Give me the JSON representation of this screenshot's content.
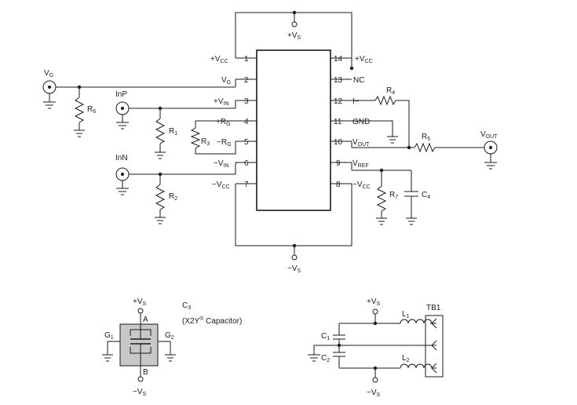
{
  "pins_left": [
    {
      "num": "1",
      "label": "+V",
      "sub": "CC"
    },
    {
      "num": "2",
      "label": "V",
      "sub": "G"
    },
    {
      "num": "3",
      "label": "+V",
      "sub": "IN"
    },
    {
      "num": "4",
      "label": "+R",
      "sub": "G"
    },
    {
      "num": "5",
      "label": "−R",
      "sub": "G"
    },
    {
      "num": "6",
      "label": "−V",
      "sub": "IN"
    },
    {
      "num": "7",
      "label": "−V",
      "sub": "CC"
    }
  ],
  "pins_right": [
    {
      "num": "14",
      "label": "+V",
      "sub": "CC"
    },
    {
      "num": "13",
      "label": "NC",
      "sub": ""
    },
    {
      "num": "12",
      "label": "I−",
      "sub": ""
    },
    {
      "num": "11",
      "label": "GND",
      "sub": ""
    },
    {
      "num": "10",
      "label": "V",
      "sub": "OUT"
    },
    {
      "num": "9",
      "label": "V",
      "sub": "REF"
    },
    {
      "num": "8",
      "label": "−V",
      "sub": "CC"
    }
  ],
  "labels": {
    "vs_top": {
      "main": "+V",
      "sub": "S"
    },
    "vs_bottom": {
      "main": "−V",
      "sub": "S"
    },
    "vg": {
      "main": "V",
      "sub": "G"
    },
    "inp": "InP",
    "inn": "InN",
    "vout": {
      "main": "V",
      "sub": "OUT"
    },
    "r6": {
      "main": "R",
      "sub": "6"
    },
    "r1": {
      "main": "R",
      "sub": "1"
    },
    "r2": {
      "main": "R",
      "sub": "2"
    },
    "r3": {
      "main": "R",
      "sub": "3"
    },
    "r4": {
      "main": "R",
      "sub": "4"
    },
    "r5": {
      "main": "R",
      "sub": "5"
    },
    "r7": {
      "main": "R",
      "sub": "7"
    },
    "c4": {
      "main": "C",
      "sub": "4"
    }
  },
  "capacitor_block": {
    "vs_top": {
      "main": "+V",
      "sub": "S"
    },
    "vs_bottom": {
      "main": "−V",
      "sub": "S"
    },
    "title": {
      "main": "C",
      "sub": "3"
    },
    "desc_a": "(X2Y",
    "desc_reg": "®",
    "desc_b": " Capacitor)",
    "a": "A",
    "b": "B",
    "g1": {
      "main": "G",
      "sub": "1"
    },
    "g2": {
      "main": "G",
      "sub": "2"
    }
  },
  "supply_block": {
    "vs_top": {
      "main": "+V",
      "sub": "S"
    },
    "vs_bottom": {
      "main": "−V",
      "sub": "S"
    },
    "c1": {
      "main": "C",
      "sub": "1"
    },
    "c2": {
      "main": "C",
      "sub": "2"
    },
    "l1": {
      "main": "L",
      "sub": "1"
    },
    "l2": {
      "main": "L",
      "sub": "2"
    },
    "tb1": "TB1"
  }
}
